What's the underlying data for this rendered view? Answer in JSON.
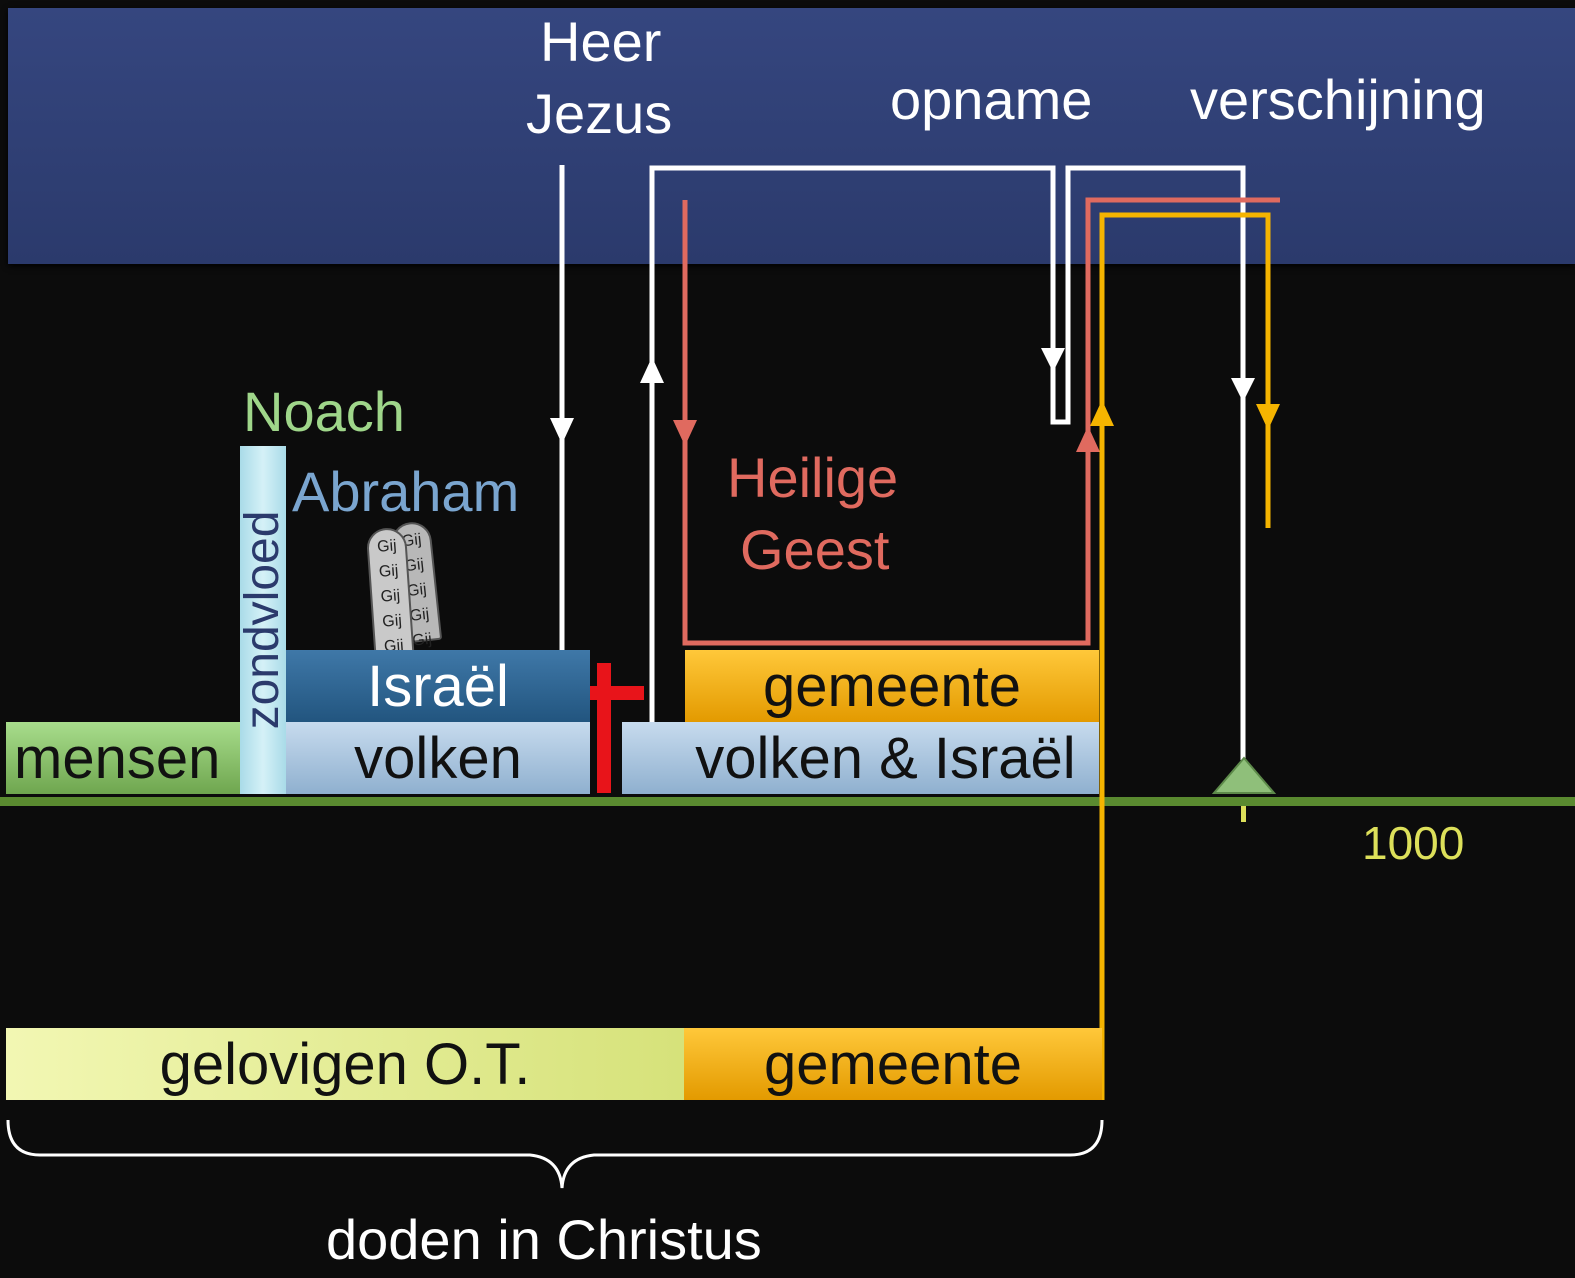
{
  "heaven": {
    "lord_line1": "Heer",
    "lord_line2": "Jezus",
    "rapture": "opname",
    "appearing": "verschijning"
  },
  "labels": {
    "noah": "Noach",
    "flood": "zondvloed",
    "abraham": "Abraham",
    "holy_spirit_line1": "Heilige",
    "holy_spirit_line2": "Geest",
    "millennium": "1000",
    "dead_in_christ": "doden in Christus",
    "tablet_word": "Gij"
  },
  "bars": {
    "mankind": "mensen",
    "nations": "volken",
    "israel": "Israël",
    "church_top": "gemeente",
    "nations_and_israel": "volken & Israël",
    "ot_believers": "gelovigen O.T.",
    "church_bottom": "gemeente"
  },
  "colors": {
    "heaven": "#2f3f75",
    "background": "#0c0c0c",
    "timeline": "#5a8a30",
    "white_line": "#ffffff",
    "spirit_line": "#e06a5f",
    "gold_line": "#f5b400",
    "cross": "#e8141a",
    "noah_text": "#9fd68a",
    "abraham_text": "#7aa5cf",
    "spirit_text": "#e06a5f",
    "millennium_text": "#dde05a"
  }
}
